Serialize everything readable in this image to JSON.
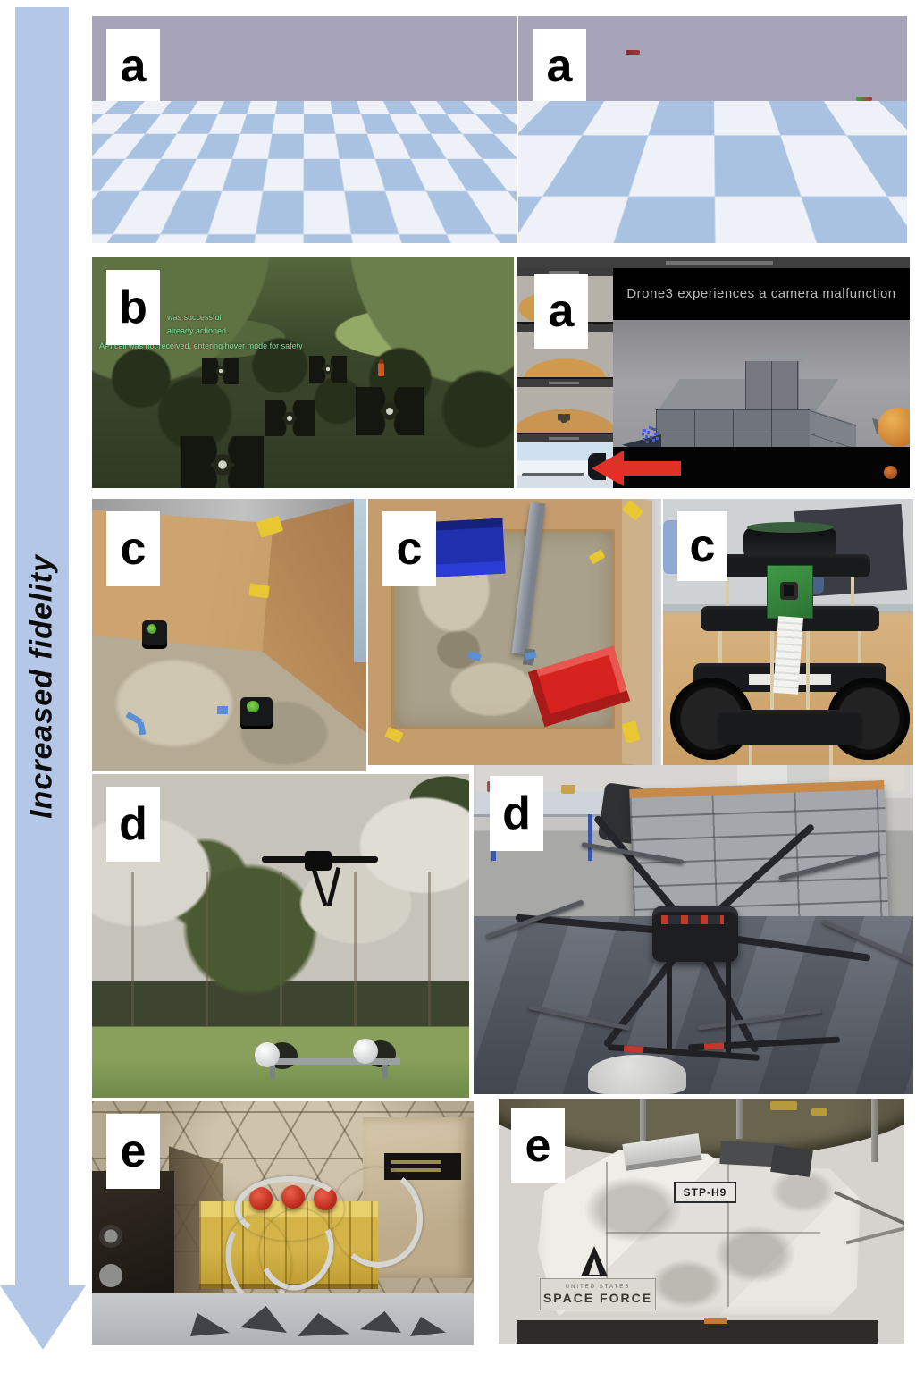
{
  "arrow": {
    "label": "Increased fidelity",
    "color": "#b4c7e7"
  },
  "panels": {
    "sim_basic": {
      "label": "a"
    },
    "sim_obstacle": {
      "label": "a"
    },
    "sim_forest": {
      "label": "b",
      "hud_lines": [
        "was successful",
        "already actioned",
        "API call was not received, entering hover mode for safety"
      ]
    },
    "operator_ui": {
      "label": "a",
      "caption": "Drone3 experiences a camera malfunction"
    },
    "arena_robots": {
      "label": "c"
    },
    "arena_overhead": {
      "label": "c"
    },
    "turtlebot": {
      "label": "c"
    },
    "field_flight": {
      "label": "d"
    },
    "hexacopter_lab": {
      "label": "d"
    },
    "flight_hardware": {
      "label": "e"
    },
    "payload": {
      "label": "e",
      "marking": "STP-H9",
      "logo_top": "UNITED STATES",
      "logo_main": "SPACE FORCE"
    }
  },
  "colors": {
    "arrow_blue": "#b4c7e7",
    "hud_green": "#7fe09f",
    "alert_arrow_red": "#e03127",
    "sim_sky": "#a7a3b9",
    "checker_blue": "#a9c2e2"
  }
}
